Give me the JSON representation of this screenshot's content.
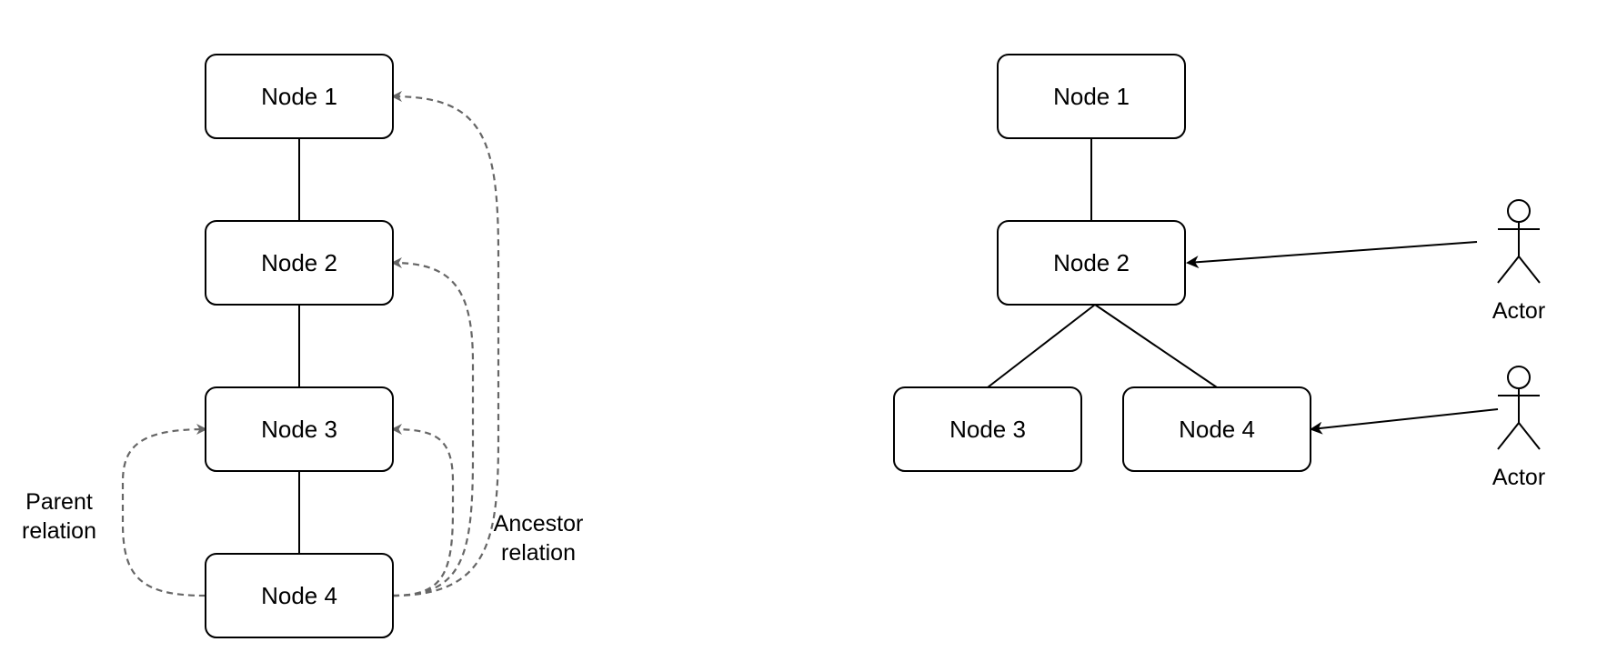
{
  "colors": {
    "stroke": "#000000",
    "dashed_edge": "#666666",
    "node_fill": "#ffffff"
  },
  "left_diagram": {
    "nodes": [
      "Node 1",
      "Node 2",
      "Node 3",
      "Node 4"
    ],
    "parent_label_line1": "Parent",
    "parent_label_line2": "relation",
    "ancestor_label_line1": "Ancestor",
    "ancestor_label_line2": "relation"
  },
  "right_diagram": {
    "nodes": [
      "Node 1",
      "Node 2",
      "Node 3",
      "Node 4"
    ],
    "actors": [
      "Actor",
      "Actor"
    ]
  }
}
